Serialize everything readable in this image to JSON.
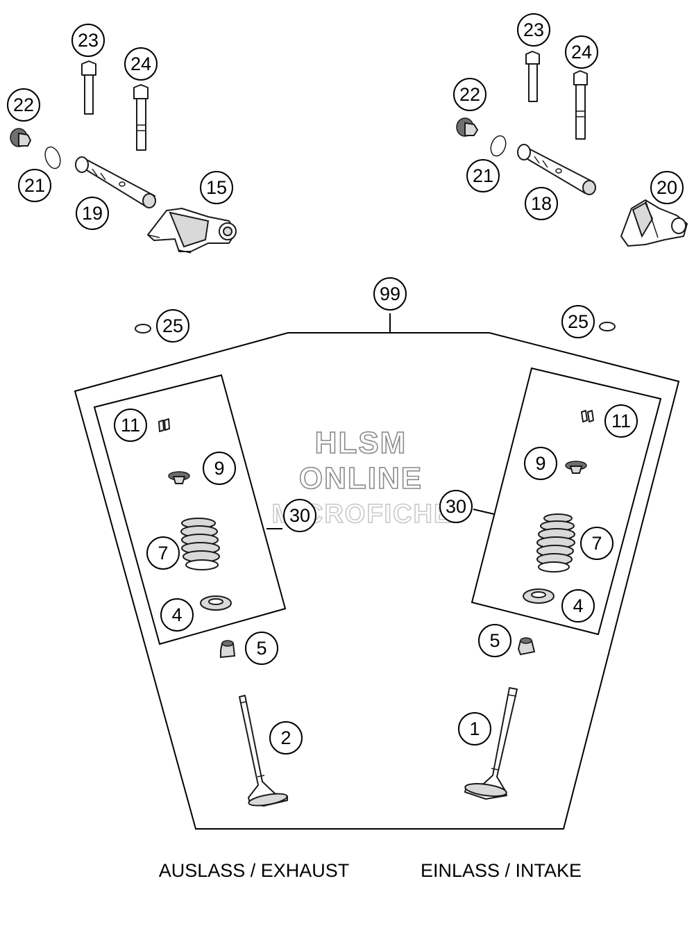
{
  "callouts": {
    "c23_left": "23",
    "c24_left": "24",
    "c22_left": "22",
    "c21_left": "21",
    "c19": "19",
    "c15": "15",
    "c23_right": "23",
    "c24_right": "24",
    "c22_right": "22",
    "c21_right": "21",
    "c18": "18",
    "c20": "20",
    "c99": "99",
    "c25_left": "25",
    "c25_right": "25",
    "c11_left": "11",
    "c9_left": "9",
    "c7_left": "7",
    "c4_left": "4",
    "c30_left": "30",
    "c5_left": "5",
    "c2": "2",
    "c11_right": "11",
    "c9_right": "9",
    "c7_right": "7",
    "c4_right": "4",
    "c30_right": "30",
    "c5_right": "5",
    "c1": "1"
  },
  "captions": {
    "exhaust": "AUSLASS / EXHAUST",
    "intake": "EINLASS / INTAKE"
  },
  "watermark": {
    "line1": "HLSM",
    "line2": "ONLINE",
    "line3": "MICROFICHE"
  },
  "colors": {
    "line": "#000000",
    "part_fill": "#ffffff",
    "part_shade": "#d9d9d9",
    "watermark_stroke": "#8a8a8a"
  }
}
